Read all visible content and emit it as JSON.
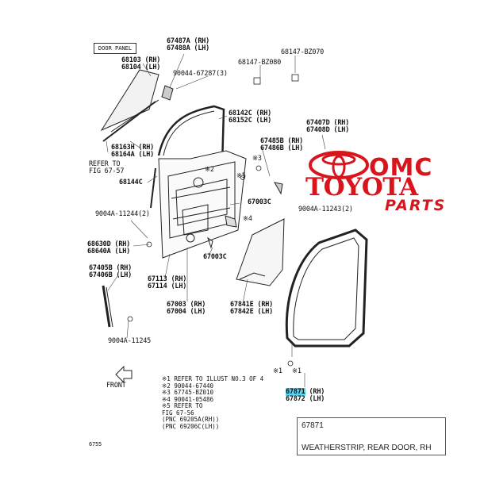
{
  "labels": {
    "door_panel": "DOOR PANEL",
    "p67487a": "67487A (RH)",
    "p67488a": "67488A (LH)",
    "p90044_67287": "90044-67287(3)",
    "p68147_bz080": "68147-BZ080",
    "p68147_bz070": "68147-BZ070",
    "p68103": "68103 (RH)",
    "p68104": "68104 (LH)",
    "p68142c": "68142C (RH)",
    "p68152c": "68152C (LH)",
    "p67407d": "67407D (RH)",
    "p67408d": "67408D (LH)",
    "p68163h": "68163H (RH)",
    "p68164a": "68164A (LH)",
    "p67485b": "67485B (RH)",
    "p67486b": "67486B (LH)",
    "refer_to": "REFER TO",
    "fig_67_57": "FIG 67-57",
    "p68144c": "68144C",
    "p67003c_a": "67003C",
    "p9004a_11243": "9004A-11243(2)",
    "p9004a_11244": "9004A-11244(2)",
    "p68630d": "68630D (RH)",
    "p68640a": "68640A (LH)",
    "p67003c_b": "67003C",
    "p67405b": "67405B (RH)",
    "p67406b": "67406B (LH)",
    "p67113": "67113 (RH)",
    "p67114": "67114 (LH)",
    "p67003": "67003 (RH)",
    "p67004": "67004 (LH)",
    "p67841e": "67841E (RH)",
    "p67842e": "67842E (LH)",
    "p9004a_11245": "9004A-11245",
    "p67871_code": "67871",
    "p67871_side": "(RH)",
    "p67872": "67872 (LH)",
    "star1": "※1",
    "star2": "※2",
    "star3": "※3",
    "star4": "※4",
    "star5": "※5",
    "front": "FRONT",
    "page_code": "6755"
  },
  "notes": [
    "※1 REFER TO ILLUST NO.3 OF 4",
    "※2 90044-67440",
    "※3 67745-BZ010",
    "※4 90041-05486",
    "※5 REFER TO",
    "    FIG 67-56",
    "    (PNC 69205A(RH))",
    "    (PNC 69206C(LH))"
  ],
  "brand": {
    "omc": "OMC",
    "toyota": "TOYOTA",
    "parts": "PARTS",
    "color": "#d8141d"
  },
  "selection": {
    "part_number": "67871",
    "description": "WEATHERSTRIP, REAR DOOR, RH",
    "highlight_color": "#5ad2f0"
  }
}
